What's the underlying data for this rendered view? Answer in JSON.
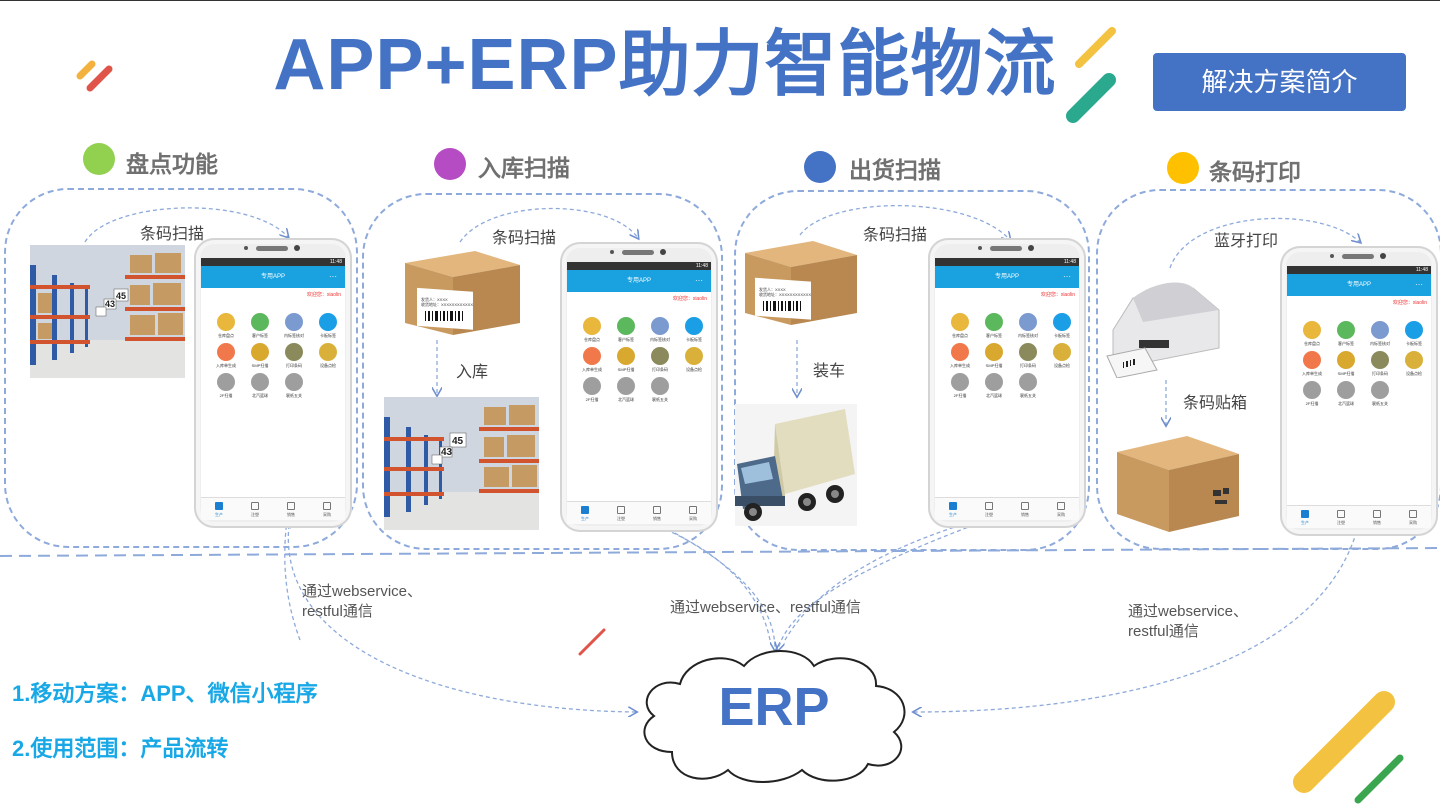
{
  "header": {
    "title": "APP+ERP助力智能物流",
    "pill_label": "解决方案简介"
  },
  "sections": [
    {
      "label": "盘点功能",
      "color": "#92d050"
    },
    {
      "label": "入库扫描",
      "color": "#b64cc4"
    },
    {
      "label": "出货扫描",
      "color": "#4472c4"
    },
    {
      "label": "条码打印",
      "color": "#ffc000"
    }
  ],
  "flow_labels": {
    "g1_scan": "条码扫描",
    "g2_scan": "条码扫描",
    "g2_in": "入库",
    "g3_scan": "条码扫描",
    "g3_load": "装车",
    "g4_bt": "蓝牙打印",
    "g4_label": "条码贴箱"
  },
  "box_label": {
    "line1": "发货人：XXXX",
    "line2": "收货地址：XXXXXXXXXXXX"
  },
  "phone": {
    "status_time": "11:48",
    "app_title": "专用APP",
    "menu_dots": "···",
    "welcome": "欢迎您：xiaolin",
    "grid": [
      {
        "label": "仓库盘点",
        "color": "#e8b73c"
      },
      {
        "label": "客户标签",
        "color": "#5cb85c"
      },
      {
        "label": "内标签核对",
        "color": "#7a9ad0"
      },
      {
        "label": "卡板标签",
        "color": "#1a9ee6"
      },
      {
        "label": "入库单生成",
        "color": "#f0784a"
      },
      {
        "label": "SMP扫描",
        "color": "#d9a82e"
      },
      {
        "label": "打印条码",
        "color": "#8a8a5c"
      },
      {
        "label": "设备点检",
        "color": "#d9b13a"
      },
      {
        "label": "2F扫描",
        "color": "#9e9e9e"
      },
      {
        "label": "北汽篮球",
        "color": "#9e9e9e"
      },
      {
        "label": "裹纸五关",
        "color": "#9e9e9e"
      }
    ],
    "tabs": [
      "生产",
      "注塑",
      "销售",
      "采购"
    ]
  },
  "connections": {
    "left": [
      "通过webservice、",
      "restful通信"
    ],
    "center": "通过webservice、restful通信",
    "right": [
      "通过webservice、",
      "restful通信"
    ]
  },
  "erp_label": "ERP",
  "bottom": {
    "item1": "1.移动方案：APP、微信小程序",
    "item2": "2.使用范围：产品流转"
  },
  "colors": {
    "accent": "#4472c4",
    "dash": "#8eaadb",
    "bottom_text": "#18a8e6"
  }
}
